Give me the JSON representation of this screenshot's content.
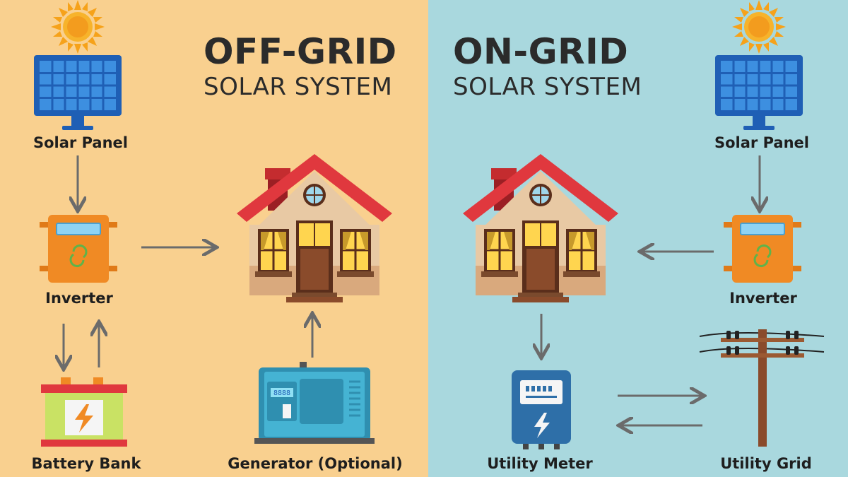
{
  "off_grid": {
    "title_line1": "OFF-GRID",
    "title_line2": "SOLAR SYSTEM",
    "labels": {
      "solar_panel": "Solar Panel",
      "inverter": "Inverter",
      "battery_bank": "Battery Bank",
      "generator": "Generator (Optional)"
    },
    "display_text": "8888"
  },
  "on_grid": {
    "title_line1": "ON-GRID",
    "title_line2": "SOLAR SYSTEM",
    "labels": {
      "solar_panel": "Solar Panel",
      "inverter": "Inverter",
      "utility_meter": "Utility Meter",
      "utility_grid": "Utility Grid"
    }
  },
  "colors": {
    "off_grid_bg": "#f9d08f",
    "on_grid_bg": "#a9d8de",
    "arrow": "#6b6b6b",
    "roof": "#e0383e",
    "panel": "#1f5fb5",
    "inverter": "#f08a24",
    "meter": "#2e6fa8"
  }
}
